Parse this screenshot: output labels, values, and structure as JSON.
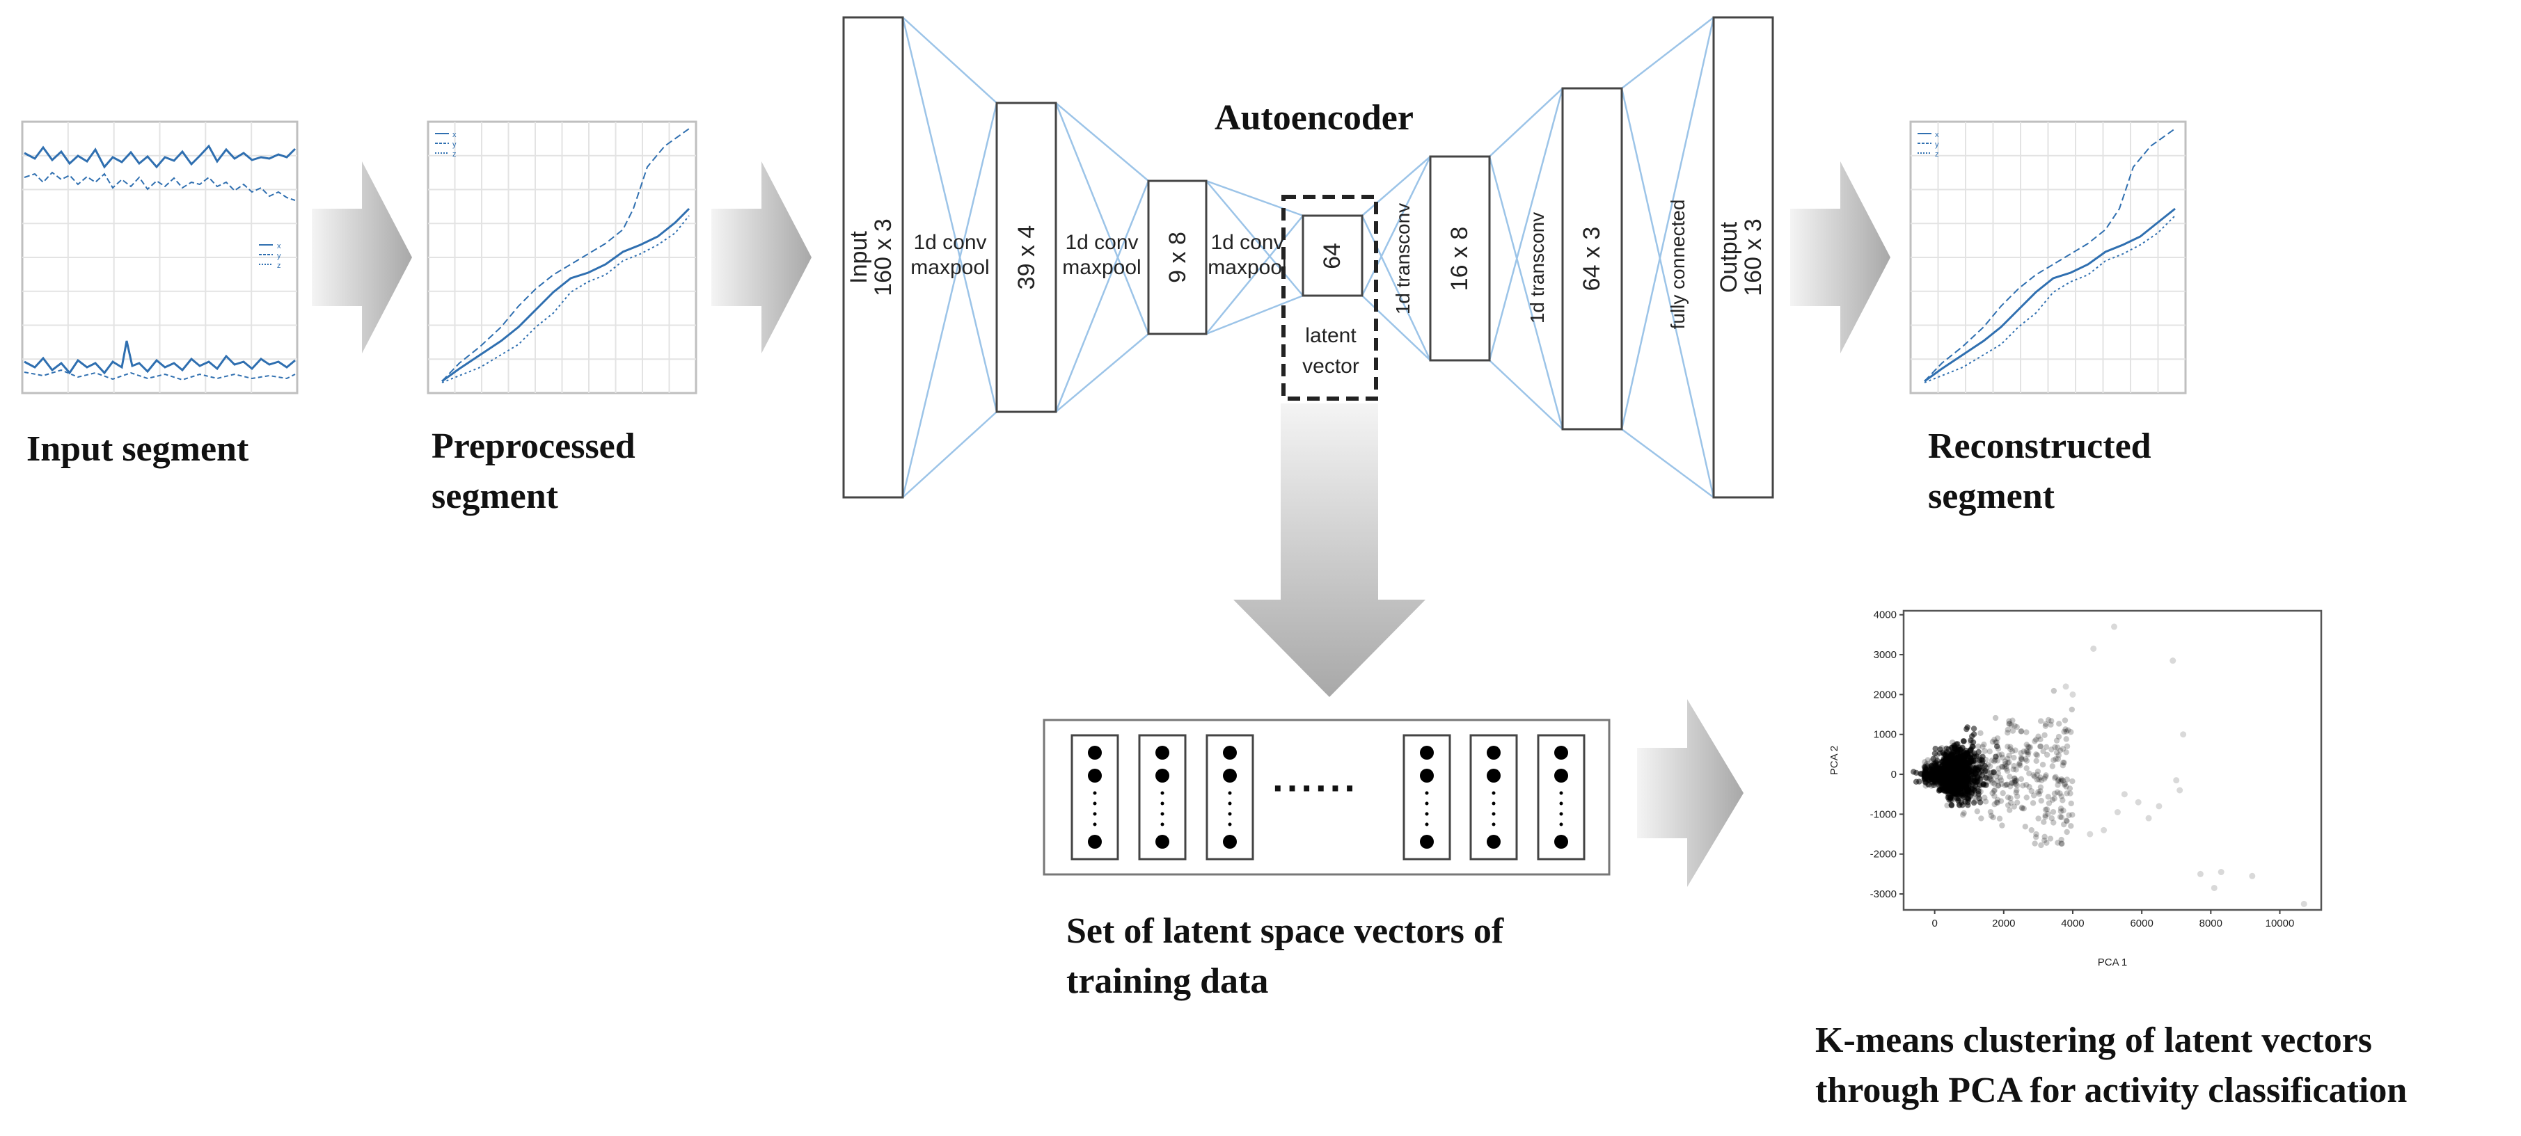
{
  "title": "Autoencoder",
  "captions": {
    "input": "Input segment",
    "preprocessed": [
      "Preprocessed",
      "segment"
    ],
    "reconstructed": [
      "Reconstructed",
      "segment"
    ],
    "latent_set": [
      "Set of latent space vectors of",
      "training data"
    ],
    "kmeans": [
      "K-means clustering of latent vectors",
      "through PCA for activity classification"
    ]
  },
  "network": {
    "layers": [
      {
        "id": "input",
        "text": [
          "Input",
          "160 x 3"
        ]
      },
      {
        "id": "l39",
        "text": [
          "39 x 4"
        ]
      },
      {
        "id": "l9",
        "text": [
          "9 x 8"
        ]
      },
      {
        "id": "latent",
        "text": [
          "64"
        ]
      },
      {
        "id": "l16",
        "text": [
          "16 x 8"
        ]
      },
      {
        "id": "l64",
        "text": [
          "64 x 3"
        ]
      },
      {
        "id": "output",
        "text": [
          "Output",
          "160 x 3"
        ]
      }
    ],
    "ops": {
      "conv1": [
        "1d conv",
        "maxpool"
      ],
      "conv2": [
        "1d conv",
        "maxpool"
      ],
      "conv3": [
        "1d conv",
        "maxpool"
      ],
      "trans1": "1d transconv",
      "trans2": "1d transconv",
      "fc": "fully connected"
    },
    "latent_label": [
      "latent",
      "vector"
    ]
  },
  "vector_set": {
    "ellipsis": "······"
  },
  "mini_legends": {
    "input_panel": [
      "x",
      "y",
      "z"
    ],
    "preprocessed_panel": [
      "x",
      "y",
      "z"
    ],
    "reconstructed_panel": [
      "x",
      "y",
      "z"
    ]
  },
  "colors": {
    "signal": "#2f6fb0",
    "connection": "#9cc4e8",
    "arrow_light": "#f2f2f2",
    "arrow_dark": "#a9a9a9",
    "scatter": "#000000"
  },
  "chart_data": {
    "type": "scatter",
    "xlabel": "PCA 1",
    "ylabel": "PCA 2",
    "xlim": [
      -900,
      11200
    ],
    "ylim": [
      -3400,
      4100
    ],
    "xticks": [
      0,
      2000,
      4000,
      6000,
      8000,
      10000
    ],
    "yticks": [
      4000,
      3000,
      2000,
      1000,
      0,
      -1000,
      -2000,
      -3000
    ],
    "grid": false,
    "dense_cluster": {
      "x_range": [
        -600,
        4000
      ],
      "y_range": [
        -1800,
        2100
      ],
      "center": [
        300,
        0
      ]
    },
    "outliers": [
      [
        5200,
        3700
      ],
      [
        4600,
        3150
      ],
      [
        6900,
        2850
      ],
      [
        3800,
        2200
      ],
      [
        4000,
        2000
      ],
      [
        7200,
        1000
      ],
      [
        7000,
        -150
      ],
      [
        7100,
        -400
      ],
      [
        5500,
        -500
      ],
      [
        5900,
        -700
      ],
      [
        6200,
        -1100
      ],
      [
        4900,
        -1400
      ],
      [
        4500,
        -1500
      ],
      [
        7700,
        -2500
      ],
      [
        8300,
        -2450
      ],
      [
        9200,
        -2550
      ],
      [
        8100,
        -2850
      ],
      [
        10700,
        -3250
      ],
      [
        6500,
        -800
      ],
      [
        5300,
        -950
      ]
    ]
  }
}
